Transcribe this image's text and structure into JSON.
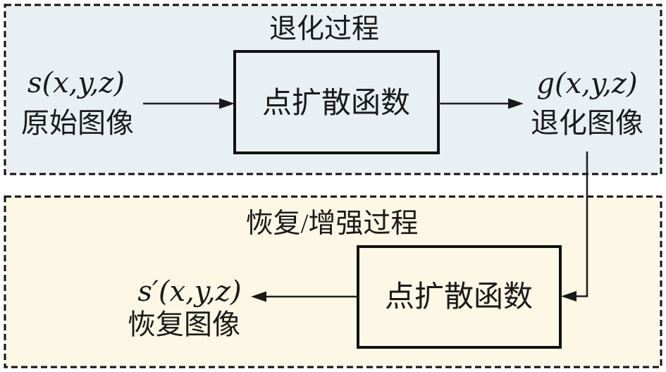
{
  "colors": {
    "degradation_bg": "#e9f0f4",
    "restoration_bg": "#fdf7e6",
    "stroke": "#1a1a1a"
  },
  "panels": {
    "degradation": {
      "title": "退化过程",
      "input_formula": "s(x,y,z)",
      "input_label": "原始图像",
      "psf_box_label": "点扩散函数",
      "output_formula": "g(x,y,z)",
      "output_label": "退化图像"
    },
    "restoration": {
      "title": "恢复/增强过程",
      "psf_box_label": "点扩散函数",
      "output_formula": "s′(x,y,z)",
      "output_label": "恢复图像"
    }
  }
}
